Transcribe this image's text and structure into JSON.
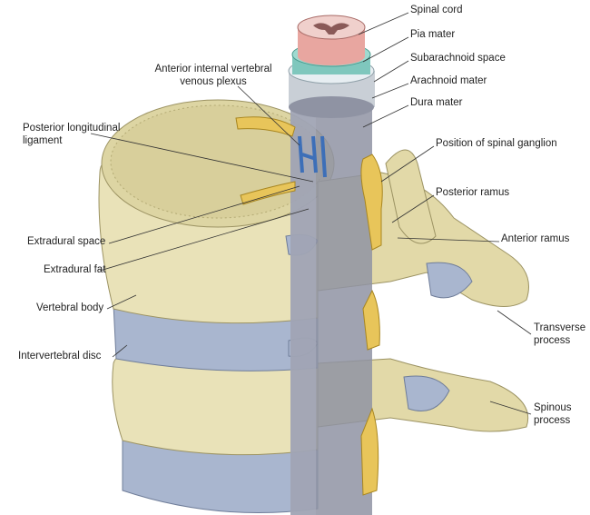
{
  "figure": {
    "labels": {
      "spinal_cord": "Spinal cord",
      "pia_mater": "Pia mater",
      "subarachnoid_space": "Subarachnoid space",
      "arachnoid_mater": "Arachnoid mater",
      "dura_mater": "Dura mater",
      "spinal_ganglion": "Position of spinal ganglion",
      "posterior_ramus": "Posterior ramus",
      "anterior_ramus": "Anterior ramus",
      "transverse_process_1": "Transverse",
      "transverse_process_2": "process",
      "spinous_process_1": "Spinous",
      "spinous_process_2": "process",
      "venous_plexus_1": "Anterior internal vertebral",
      "venous_plexus_2": "venous plexus",
      "posterior_ligament_1": "Posterior longitudinal",
      "posterior_ligament_2": "ligament",
      "extradural_space": "Extradural space",
      "extradural_fat": "Extradural fat",
      "vertebral_body": "Vertebral body",
      "intervertebral_disc": "Intervertebral disc"
    },
    "colors": {
      "bone": "#e9e2b8",
      "bone_shadow": "#c9c08a",
      "disc": "#a9b6cf",
      "dura": "#8f93a3",
      "nerve": "#e8c55a",
      "vein": "#3d6fb8",
      "cord": "#e8a6a0"
    }
  }
}
